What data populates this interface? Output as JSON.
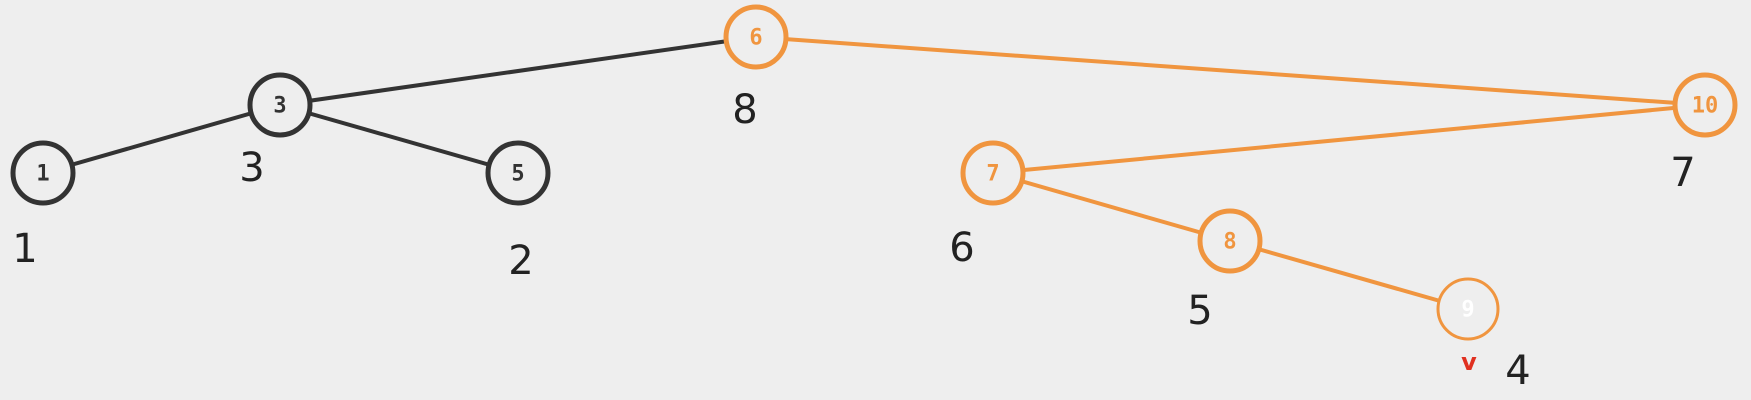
{
  "colors": {
    "default": "#333333",
    "highlight": "#f0953f",
    "marker": "#e03020",
    "background": "#eeeeee",
    "filled_text": "#ffffff"
  },
  "tree": {
    "nodes": [
      {
        "id": "n6",
        "value": "6",
        "subscript": "8",
        "state": "highlighted"
      },
      {
        "id": "n3",
        "value": "3",
        "subscript": "3",
        "state": "normal"
      },
      {
        "id": "n1",
        "value": "1",
        "subscript": "1",
        "state": "normal"
      },
      {
        "id": "n5",
        "value": "5",
        "subscript": "2",
        "state": "normal"
      },
      {
        "id": "n10",
        "value": "10",
        "subscript": "7",
        "state": "highlighted"
      },
      {
        "id": "n7",
        "value": "7",
        "subscript": "6",
        "state": "highlighted"
      },
      {
        "id": "n8",
        "value": "8",
        "subscript": "5",
        "state": "highlighted"
      },
      {
        "id": "n9",
        "value": "9",
        "subscript": "4",
        "state": "current"
      }
    ],
    "edges": [
      {
        "from": "n6",
        "to": "n3",
        "state": "normal"
      },
      {
        "from": "n3",
        "to": "n1",
        "state": "normal"
      },
      {
        "from": "n3",
        "to": "n5",
        "state": "normal"
      },
      {
        "from": "n6",
        "to": "n10",
        "state": "highlighted"
      },
      {
        "from": "n10",
        "to": "n7",
        "state": "highlighted"
      },
      {
        "from": "n7",
        "to": "n8",
        "state": "highlighted"
      },
      {
        "from": "n8",
        "to": "n9",
        "state": "highlighted"
      }
    ],
    "marker": {
      "node": "n9",
      "label": "v"
    }
  }
}
